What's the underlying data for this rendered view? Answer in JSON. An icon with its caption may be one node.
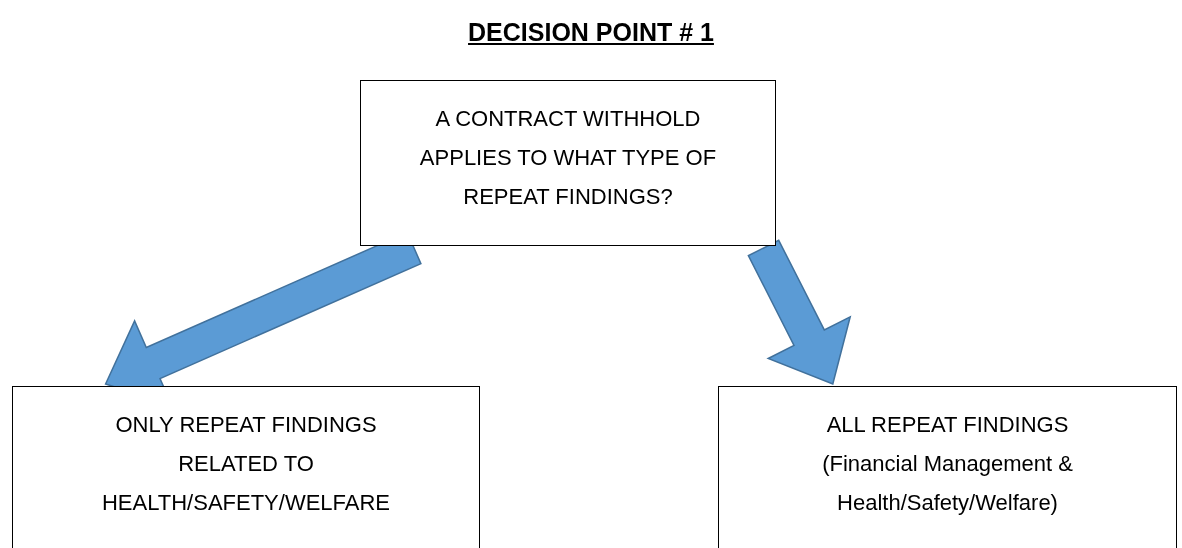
{
  "diagram": {
    "title": "DECISION POINT # 1",
    "nodes": [
      {
        "text": [
          "A CONTRACT WITHHOLD APPLIES TO WHAT TYPE OF REPEAT FINDINGS?"
        ]
      },
      {
        "text": [
          "ONLY REPEAT FINDINGS RELATED TO HEALTH/SAFETY/WELFARE"
        ]
      },
      {
        "text": [
          "ALL REPEAT FINDINGS (Financial Management & Health/Safety/Welfare)"
        ]
      }
    ],
    "edges": [
      {
        "from": 0,
        "to": 1,
        "arrow": "to"
      },
      {
        "from": 0,
        "to": 2,
        "arrow": "to"
      }
    ]
  }
}
